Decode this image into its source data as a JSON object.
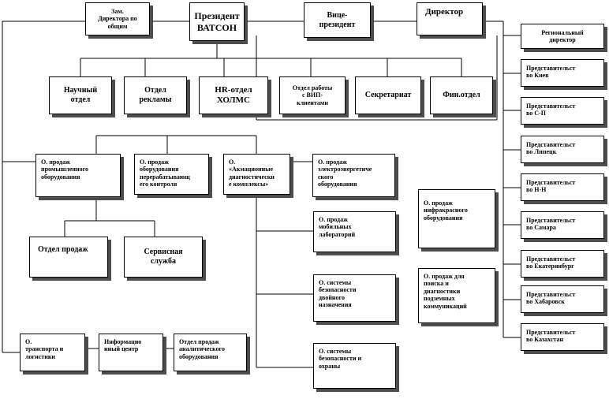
{
  "top": {
    "deputy": "Зам.\nДиректора по\nобщим",
    "president": "Президент\nВАТСОН",
    "vice": "Вице-\nпрезидент",
    "director": "Директор"
  },
  "departments": {
    "science": "Научный\nотдел",
    "advert": "Отдел\nрекламы",
    "hr": "HR-отдел\nХОЛМС",
    "vip": "Отдел работы\nс ВИП-\nклиентами",
    "secretariat": "Секретариат",
    "finance": "Фин.отдел"
  },
  "sales": {
    "industrial": "О. продаж\nпромышленного\nоборудования",
    "processing": "О. продаж\nоборудования\nперерабатывающ\nего контроля",
    "acoustic": "О.\n«Акмационные\nдиагностически\nе комплексы»",
    "electro": "О. продаж\nэлектроэнергетиче\nского\nоборудования",
    "mobile": "О. продаж\nмобильных\nлабораторий",
    "security_dual": "О. системы\nбезопасности\nдвойного\nназначения",
    "security_guard": "О. системы\nбезопасности и\nохраны",
    "infrared": "О. продаж\nинфракрасного\nоборудования",
    "search": "О. продаж для\nпоиска и\nдиагностики\nподземных\nкоммуникаций",
    "sales_dept": "Отдел продаж",
    "service": "Сервисная\nслужба"
  },
  "bottom": {
    "transport": "О.\nтранспорта и\nлогистики",
    "info": "Информацио\nнный центр",
    "analytic": "Отдел продаж\nаналитического\nоборудования"
  },
  "regions": {
    "regional_director": "Региональный\nдиректор",
    "kiev": "Представительст\nво Киев",
    "spb": "Представительст\nво С-П",
    "lipetsk": "Представительст\nво Липецк",
    "nn": "Представительст\nво Н-Н",
    "samara": "Представительст\nво Самара",
    "ekb": "Представительст\nво Екатеринбург",
    "khabarovsk": "Представительст\nво Хабаровск",
    "kazakhstan": "Представительст\nво Казахстан"
  }
}
